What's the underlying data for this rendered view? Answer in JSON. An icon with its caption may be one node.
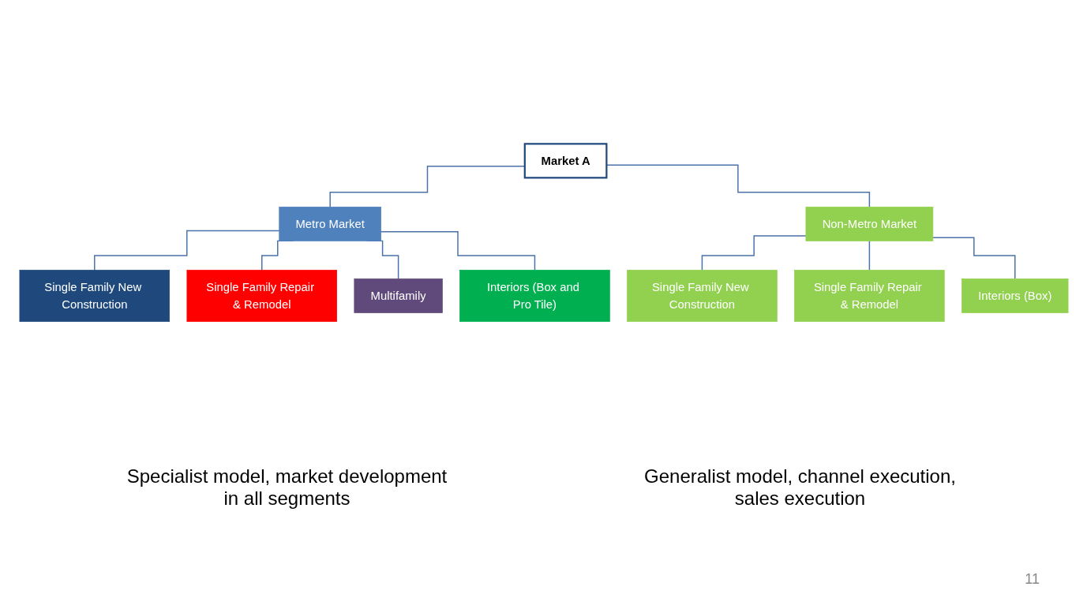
{
  "diagram": {
    "nodes": [
      {
        "text": [
          "Market A"
        ]
      },
      {
        "text": [
          "Metro Market"
        ]
      },
      {
        "text": [
          "Non-Metro Market"
        ]
      },
      {
        "text": [
          "Single Family New Construction"
        ]
      },
      {
        "text": [
          "Single Family Repair & Remodel"
        ]
      },
      {
        "text": [
          "Multifamily"
        ]
      },
      {
        "text": [
          "Interiors (Box and Pro Tile)"
        ]
      },
      {
        "text": [
          "Single Family New Construction"
        ]
      },
      {
        "text": [
          "Single Family Repair & Remodel"
        ]
      },
      {
        "text": [
          "Interiors (Box)"
        ]
      }
    ],
    "edges": [
      {
        "from": 0,
        "to": 1,
        "arrow": "none"
      },
      {
        "from": 0,
        "to": 2,
        "arrow": "none"
      },
      {
        "from": 1,
        "to": 3,
        "arrow": "none"
      },
      {
        "from": 1,
        "to": 4,
        "arrow": "none"
      },
      {
        "from": 1,
        "to": 5,
        "arrow": "none"
      },
      {
        "from": 1,
        "to": 6,
        "arrow": "none"
      },
      {
        "from": 2,
        "to": 7,
        "arrow": "none"
      },
      {
        "from": 2,
        "to": 8,
        "arrow": "none"
      },
      {
        "from": 2,
        "to": 9,
        "arrow": "none"
      }
    ],
    "labels": [
      "Specialist model, market development in all segments",
      "Generalist model, channel execution, sales execution",
      "11"
    ]
  }
}
